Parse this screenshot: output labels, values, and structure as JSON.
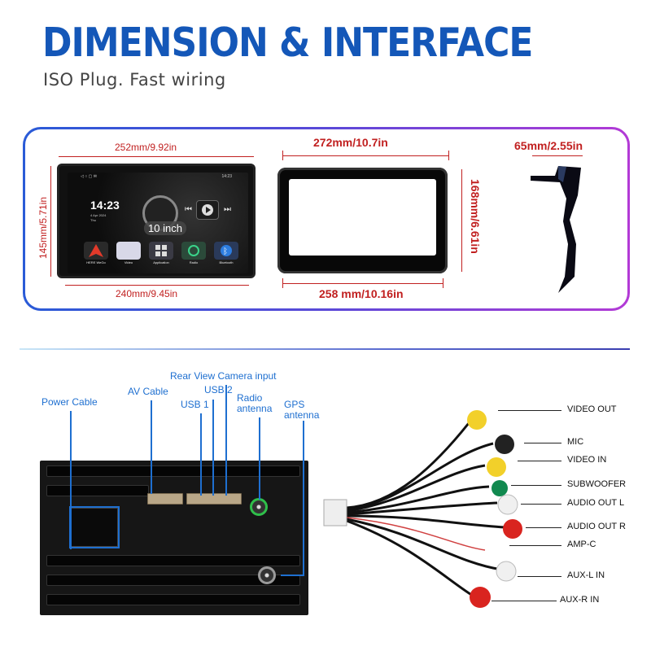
{
  "header": {
    "title": "DIMENSION & INTERFACE",
    "subtitle": "ISO Plug. Fast wiring"
  },
  "colors": {
    "title_blue": "#1457b8",
    "dimension_red": "#c12020",
    "label_blue": "#1e6fd0"
  },
  "dimensions": {
    "screen_width_top": "252mm/9.92in",
    "screen_width_bottom": "240mm/9.45in",
    "screen_height": "145mm/5.71in",
    "screen_size": "10 inch",
    "frame_width_top": "272mm/10.7in",
    "frame_width_bottom": "258 mm/10.16in",
    "frame_height": "168mm/6.61in",
    "depth": "65mm/2.55in"
  },
  "screen": {
    "time": "14:23",
    "date": "4 Apr 2024",
    "day": "Thu",
    "status_time": "14:23",
    "apps": [
      "HERE WeGo",
      "Video",
      "Application",
      "Radio",
      "Bluetooth"
    ]
  },
  "interface": {
    "labels": {
      "power_cable": "Power Cable",
      "av_cable": "AV Cable",
      "rear_camera": "Rear View Camera input",
      "usb2": "USB 2",
      "usb1": "USB 1",
      "radio_antenna": "Radio\nantenna",
      "gps_antenna": "GPS\nantenna"
    },
    "rca_outputs": [
      "VIDEO OUT",
      "MIC",
      "VIDEO IN",
      "SUBWOOFER",
      "AUDIO OUT L",
      "AUDIO OUT R",
      "AMP-C",
      "AUX-L IN",
      "AUX-R IN"
    ]
  }
}
